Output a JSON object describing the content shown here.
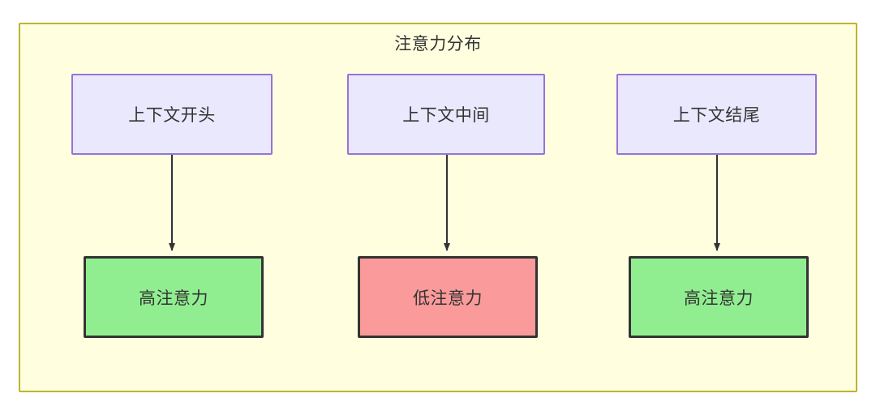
{
  "diagram": {
    "title": "注意力分布",
    "container_fill": "#ffffe0",
    "container_stroke": "#bdb330",
    "nodes": [
      {
        "id": "ctx-start",
        "label": "上下文开头",
        "row": "top",
        "fill": "#e9e8fd",
        "stroke": "#9773d6"
      },
      {
        "id": "ctx-middle",
        "label": "上下文中间",
        "row": "top",
        "fill": "#e9e8fd",
        "stroke": "#9773d6"
      },
      {
        "id": "ctx-end",
        "label": "上下文结尾",
        "row": "top",
        "fill": "#e9e8fd",
        "stroke": "#9773d6"
      },
      {
        "id": "attn-start",
        "label": "高注意力",
        "row": "bottom",
        "fill": "#90ee90",
        "stroke": "#333333"
      },
      {
        "id": "attn-middle",
        "label": "低注意力",
        "row": "bottom",
        "fill": "#fa9a9a",
        "stroke": "#333333"
      },
      {
        "id": "attn-end",
        "label": "高注意力",
        "row": "bottom",
        "fill": "#90ee90",
        "stroke": "#333333"
      }
    ],
    "edges": [
      {
        "from": "ctx-start",
        "to": "attn-start",
        "label": "",
        "style": "solid-arrow"
      },
      {
        "from": "ctx-middle",
        "to": "attn-middle",
        "label": "",
        "style": "solid-arrow"
      },
      {
        "from": "ctx-end",
        "to": "attn-end",
        "label": "",
        "style": "solid-arrow"
      }
    ],
    "edge_color": "#333333"
  }
}
